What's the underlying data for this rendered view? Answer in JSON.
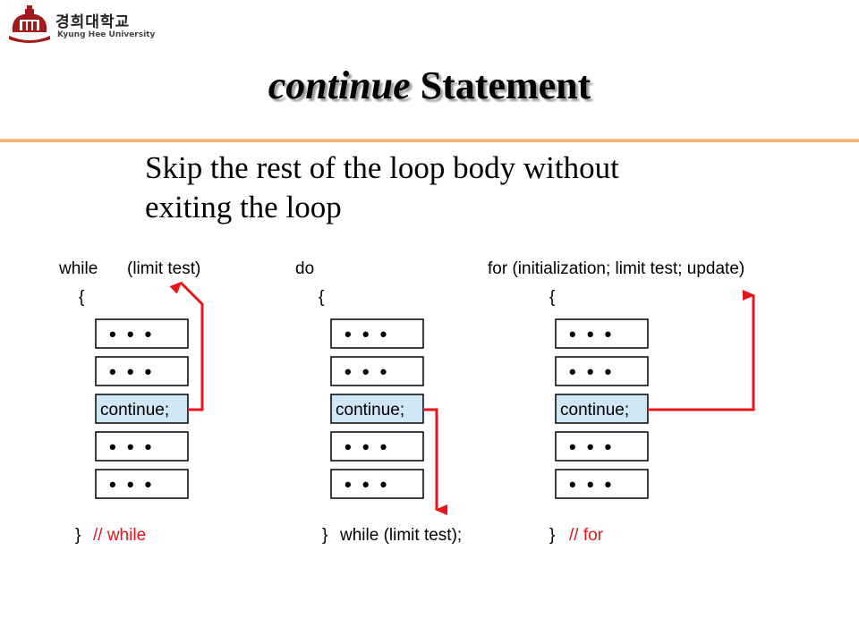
{
  "logo": {
    "korean": "경희대학교",
    "english": "Kyung Hee University"
  },
  "title": {
    "keyword": "continue",
    "rest": "Statement"
  },
  "description": {
    "line1": "Skip the rest of the loop body without",
    "line2": "exiting the loop"
  },
  "diagrams": {
    "while": {
      "header_keyword": "while",
      "header_condition": "(limit test)",
      "open_brace": "{",
      "close_brace": "}",
      "end_comment": "// while"
    },
    "do": {
      "header": "do",
      "open_brace": "{",
      "close_brace": "}",
      "end_text": "while (limit test);"
    },
    "for": {
      "header": "for (initialization; limit test; update)",
      "open_brace": "{",
      "close_brace": "}",
      "end_comment": "// for"
    },
    "statements": {
      "dots": "• • •",
      "continue": "continue;"
    }
  },
  "colors": {
    "arrow": "#e8141c",
    "continue_fill": "#cfe6f4",
    "rule": "#f0b070"
  }
}
